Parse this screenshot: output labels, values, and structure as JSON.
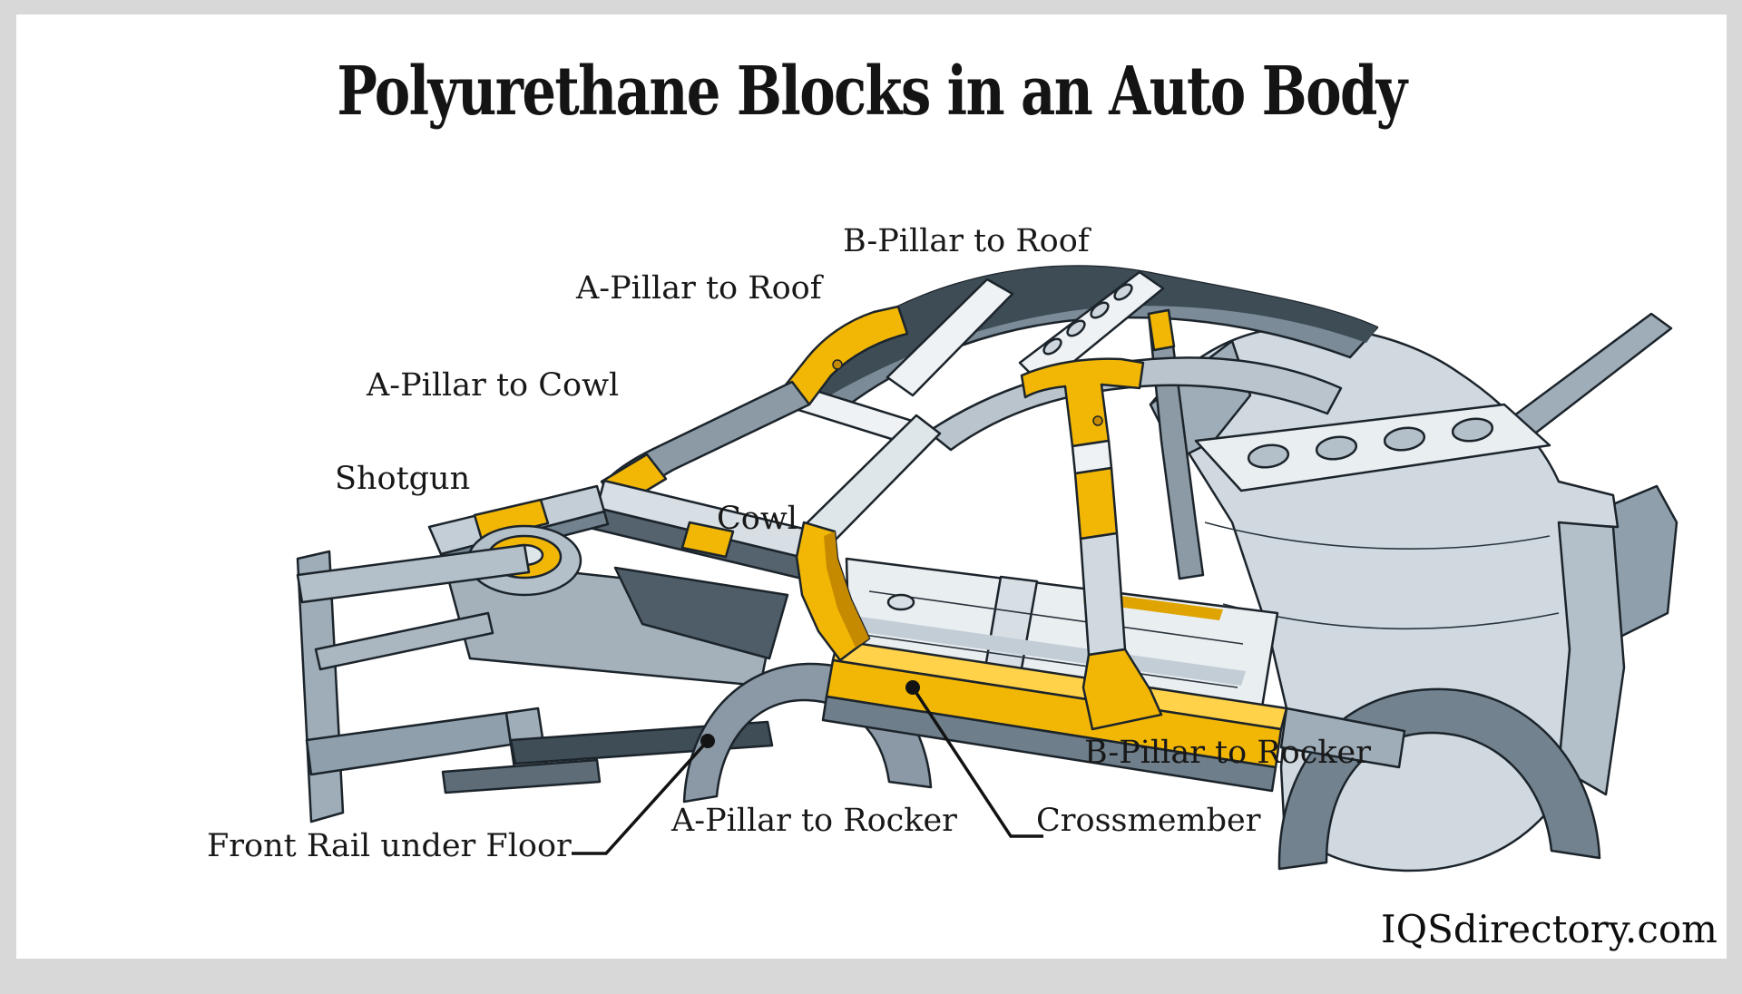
{
  "title": "Polyurethane Blocks in an Auto Body",
  "watermark": "IQSdirectory.com",
  "colors": {
    "frame_border": "#d8d8d8",
    "background": "#ffffff",
    "polyurethane_block": "#f2b705",
    "polyurethane_light": "#ffd24a",
    "polyurethane_dark": "#c58a00",
    "steel_light": "#dfe6ea",
    "steel_mid": "#9fadb8",
    "steel_dark": "#5d6c77",
    "outline": "#1c242b"
  },
  "diagram": {
    "subject": "auto body-in-white with polyurethane block locations",
    "labels": [
      {
        "id": "b-pillar-to-roof",
        "text": "B-Pillar to Roof",
        "leader_line": false
      },
      {
        "id": "a-pillar-to-roof",
        "text": "A-Pillar to Roof",
        "leader_line": false
      },
      {
        "id": "a-pillar-to-cowl",
        "text": "A-Pillar to Cowl",
        "leader_line": false
      },
      {
        "id": "shotgun",
        "text": "Shotgun",
        "leader_line": false
      },
      {
        "id": "cowl",
        "text": "Cowl",
        "leader_line": false
      },
      {
        "id": "b-pillar-to-rocker",
        "text": "B-Pillar to Rocker",
        "leader_line": false
      },
      {
        "id": "a-pillar-to-rocker",
        "text": "A-Pillar to Rocker",
        "leader_line": false
      },
      {
        "id": "crossmember",
        "text": "Crossmember",
        "leader_line": true
      },
      {
        "id": "front-rail-under-floor",
        "text": "Front Rail under Floor",
        "leader_line": true
      }
    ]
  }
}
